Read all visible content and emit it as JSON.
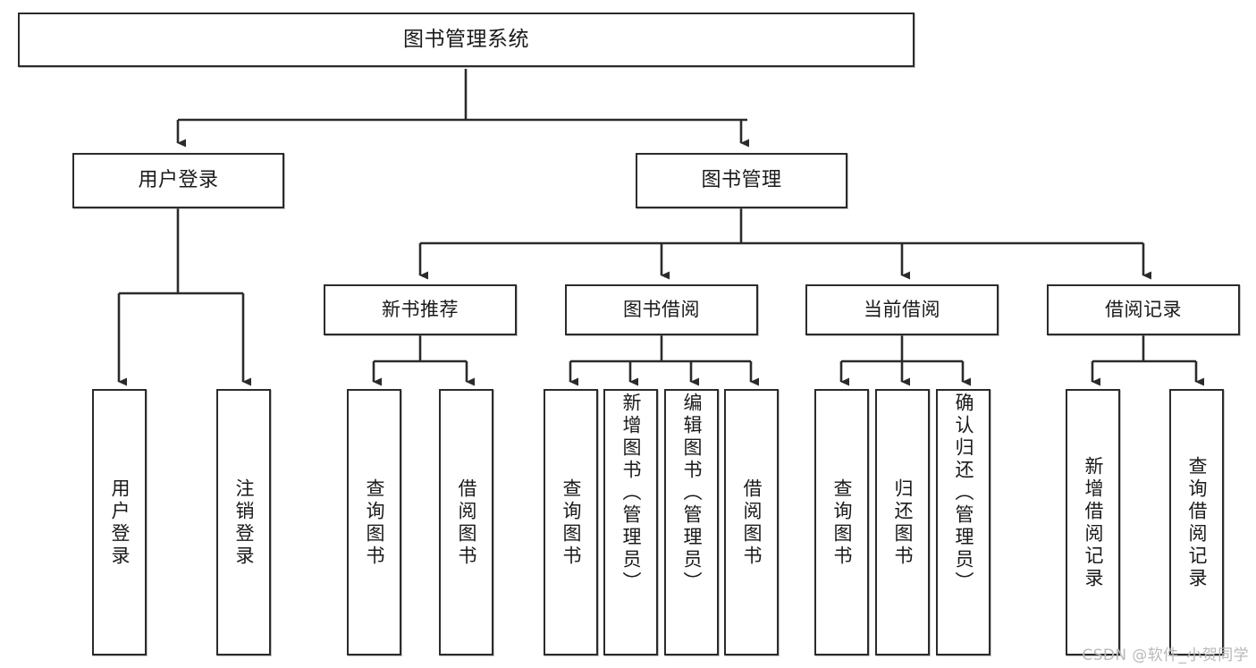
{
  "diagram": {
    "type": "tree-hierarchy",
    "title": "图书管理系统",
    "watermark": "CSDN @软件_小贺同学",
    "colors": {
      "border": "#2b2b2b",
      "background": "#ffffff",
      "text": "#1a1a1a",
      "watermark": "#b9b9b9"
    },
    "nodes": {
      "root": {
        "label": "图书管理系统",
        "level": 1
      },
      "level2": [
        {
          "id": "user-login",
          "label": "用户登录"
        },
        {
          "id": "book-manage",
          "label": "图书管理"
        }
      ],
      "level3": [
        {
          "id": "new-book-recommend",
          "label": "新书推荐",
          "parent": "book-manage"
        },
        {
          "id": "book-borrow",
          "label": "图书借阅",
          "parent": "book-manage"
        },
        {
          "id": "current-borrow",
          "label": "当前借阅",
          "parent": "book-manage"
        },
        {
          "id": "borrow-record",
          "label": "借阅记录",
          "parent": "book-manage"
        }
      ],
      "leaves": [
        {
          "id": "leaf-user-login",
          "label": "用户登录",
          "parent": "user-login"
        },
        {
          "id": "leaf-logout",
          "label": "注销登录",
          "parent": "user-login"
        },
        {
          "id": "leaf-query-book-1",
          "label": "查询图书",
          "parent": "new-book-recommend"
        },
        {
          "id": "leaf-borrow-book-1",
          "label": "借阅图书",
          "parent": "new-book-recommend"
        },
        {
          "id": "leaf-query-book-2",
          "label": "查询图书",
          "parent": "book-borrow"
        },
        {
          "id": "leaf-add-book",
          "label": "新增图书（管理员）",
          "parent": "book-borrow"
        },
        {
          "id": "leaf-edit-book",
          "label": "编辑图书（管理员）",
          "parent": "book-borrow"
        },
        {
          "id": "leaf-borrow-book-2",
          "label": "借阅图书",
          "parent": "book-borrow"
        },
        {
          "id": "leaf-query-book-3",
          "label": "查询图书",
          "parent": "current-borrow"
        },
        {
          "id": "leaf-return-book",
          "label": "归还图书",
          "parent": "current-borrow"
        },
        {
          "id": "leaf-confirm-return",
          "label": "确认归还（管理员）",
          "parent": "current-borrow"
        },
        {
          "id": "leaf-add-record",
          "label": "新增借阅记录",
          "parent": "borrow-record"
        },
        {
          "id": "leaf-query-record",
          "label": "查询借阅记录",
          "parent": "borrow-record"
        }
      ]
    }
  }
}
